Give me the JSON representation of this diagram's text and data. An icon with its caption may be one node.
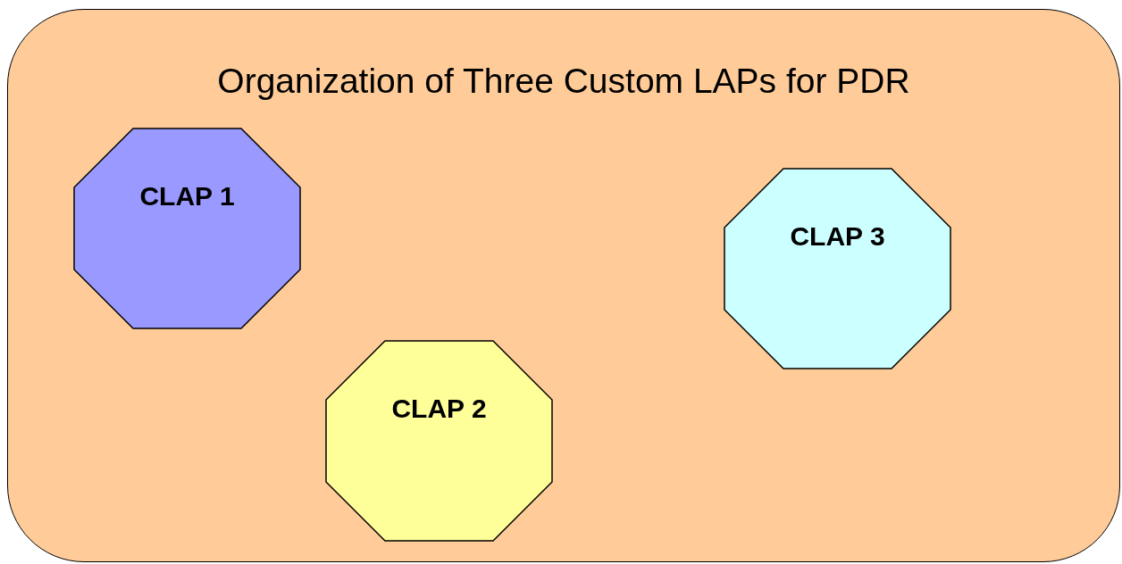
{
  "diagram": {
    "nodes": [
      {
        "text": [
          "Organization of Three Custom LAPs for PDR"
        ]
      },
      {
        "text": [
          "CLAP 1"
        ],
        "in": 0
      },
      {
        "text": [
          "CLAP 2"
        ],
        "in": 0
      },
      {
        "text": [
          "CLAP 3"
        ],
        "in": 0
      }
    ]
  }
}
